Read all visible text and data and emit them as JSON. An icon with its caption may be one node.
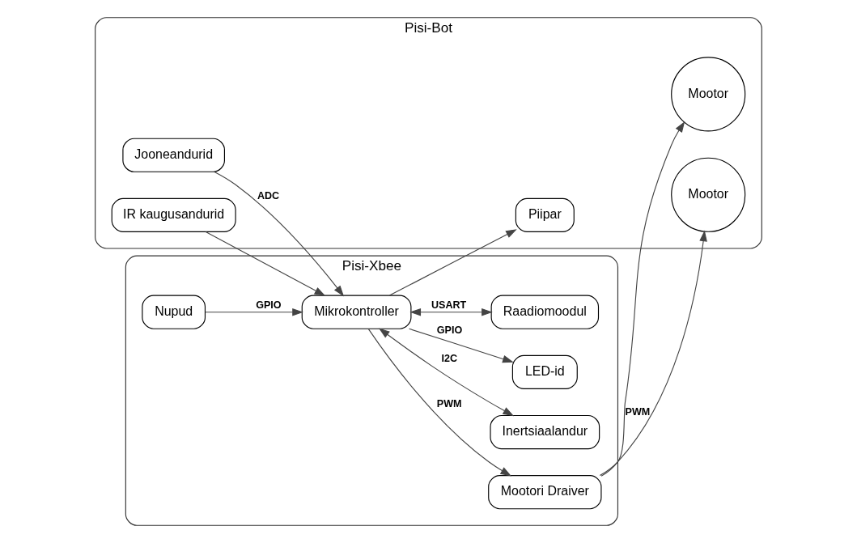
{
  "diagram": {
    "nodes": [
      {
        "text": [
          "Pisi-Bot"
        ]
      },
      {
        "text": [
          "Pisi-Xbee"
        ]
      },
      {
        "text": [
          "Mootor"
        ],
        "in": 0
      },
      {
        "text": [
          "Mootor"
        ],
        "in": 0
      },
      {
        "text": [
          "Jooneandurid"
        ],
        "in": 0
      },
      {
        "text": [
          "IR kaugusandurid"
        ],
        "in": 0
      },
      {
        "text": [
          "Piipar"
        ],
        "in": 0
      },
      {
        "text": [
          "Mootori Draiver"
        ],
        "in": 1
      },
      {
        "text": [
          "Nupud"
        ],
        "in": 1
      },
      {
        "text": [
          "Mikrokontroller"
        ],
        "in": 1
      },
      {
        "text": [
          "Inertsiaalandur"
        ],
        "in": 1
      },
      {
        "text": [
          "LED-id"
        ],
        "in": 1
      },
      {
        "text": [
          "Raadiomoodul"
        ],
        "in": 1
      }
    ],
    "edges": [
      {
        "from": 7,
        "to": 3,
        "arrow": "to",
        "label": "PWM"
      },
      {
        "from": 7,
        "to": 2,
        "arrow": "to"
      },
      {
        "from": 9,
        "to": 7,
        "arrow": "to",
        "label": "PWM"
      },
      {
        "from": 8,
        "to": 9,
        "arrow": "to",
        "label": "GPIO"
      },
      {
        "from": 4,
        "to": 9,
        "arrow": "to",
        "label": "ADC"
      },
      {
        "from": 5,
        "to": 9,
        "arrow": "to"
      },
      {
        "from": 9,
        "to": 10,
        "arrow": "both",
        "label": "I2C"
      },
      {
        "from": 9,
        "to": 11,
        "arrow": "to",
        "label": "GPIO"
      },
      {
        "from": 9,
        "to": 12,
        "arrow": "both",
        "label": "USART"
      },
      {
        "from": 9,
        "to": 6,
        "arrow": "to"
      }
    ]
  }
}
